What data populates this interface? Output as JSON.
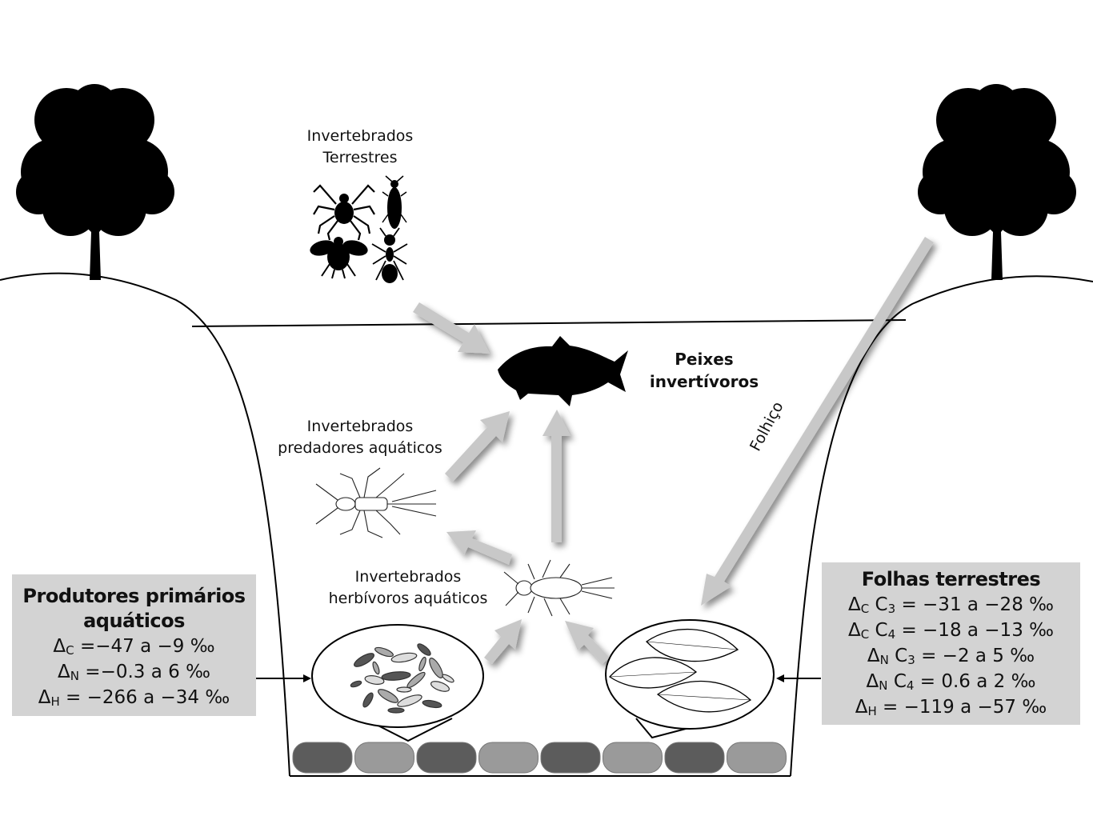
{
  "labels": {
    "terrestrial": [
      "Invertebrados",
      "Terrestres"
    ],
    "fish": [
      "Peixes",
      "invertívoros"
    ],
    "predators": [
      "Invertebrados",
      "predadores aquáticos"
    ],
    "herbivores": [
      "Invertebrados",
      "herbívoros aquáticos"
    ],
    "litter": "Folhiço"
  },
  "left_box": {
    "title": [
      "Produtores primários",
      "aquáticos"
    ],
    "lines": [
      {
        "delta": "Δ",
        "sub": "C",
        "iso": "",
        "iso_sub": "",
        "value": " =−47 a −9 ‰"
      },
      {
        "delta": "Δ",
        "sub": "N",
        "iso": "",
        "iso_sub": "",
        "value": " =−0.3 a 6 ‰"
      },
      {
        "delta": "Δ",
        "sub": "H",
        "iso": "",
        "iso_sub": "",
        "value": " = −266 a −34 ‰"
      }
    ]
  },
  "right_box": {
    "title": "Folhas terrestres",
    "lines": [
      {
        "delta": "Δ",
        "sub": "C",
        "iso": " C",
        "iso_sub": "3",
        "value": " = −31 a −28 ‰"
      },
      {
        "delta": "Δ",
        "sub": "C",
        "iso": " C",
        "iso_sub": "4",
        "value": " = −18 a −13 ‰"
      },
      {
        "delta": "Δ",
        "sub": "N",
        "iso": " C",
        "iso_sub": "3",
        "value": " = −2 a 5 ‰"
      },
      {
        "delta": "Δ",
        "sub": "N",
        "iso": " C",
        "iso_sub": "4",
        "value": " = 0.6 a 2 ‰"
      },
      {
        "delta": "Δ",
        "sub": "H",
        "iso": "",
        "iso_sub": "",
        "value": " = −119 a −57 ‰"
      }
    ]
  },
  "colors": {
    "arrow": "#c8c8c8",
    "box": "#d3d3d3",
    "stone_dark": "#5c5c5c",
    "stone_light": "#9a9a9a",
    "silhouette": "#000000"
  },
  "icons": [
    "tree-icon",
    "spider-icon",
    "cricket-icon",
    "bee-icon",
    "ant-icon",
    "fish-icon",
    "stonefly-larva-icon",
    "mayfly-larva-icon",
    "algae-icon",
    "leaves-icon"
  ]
}
